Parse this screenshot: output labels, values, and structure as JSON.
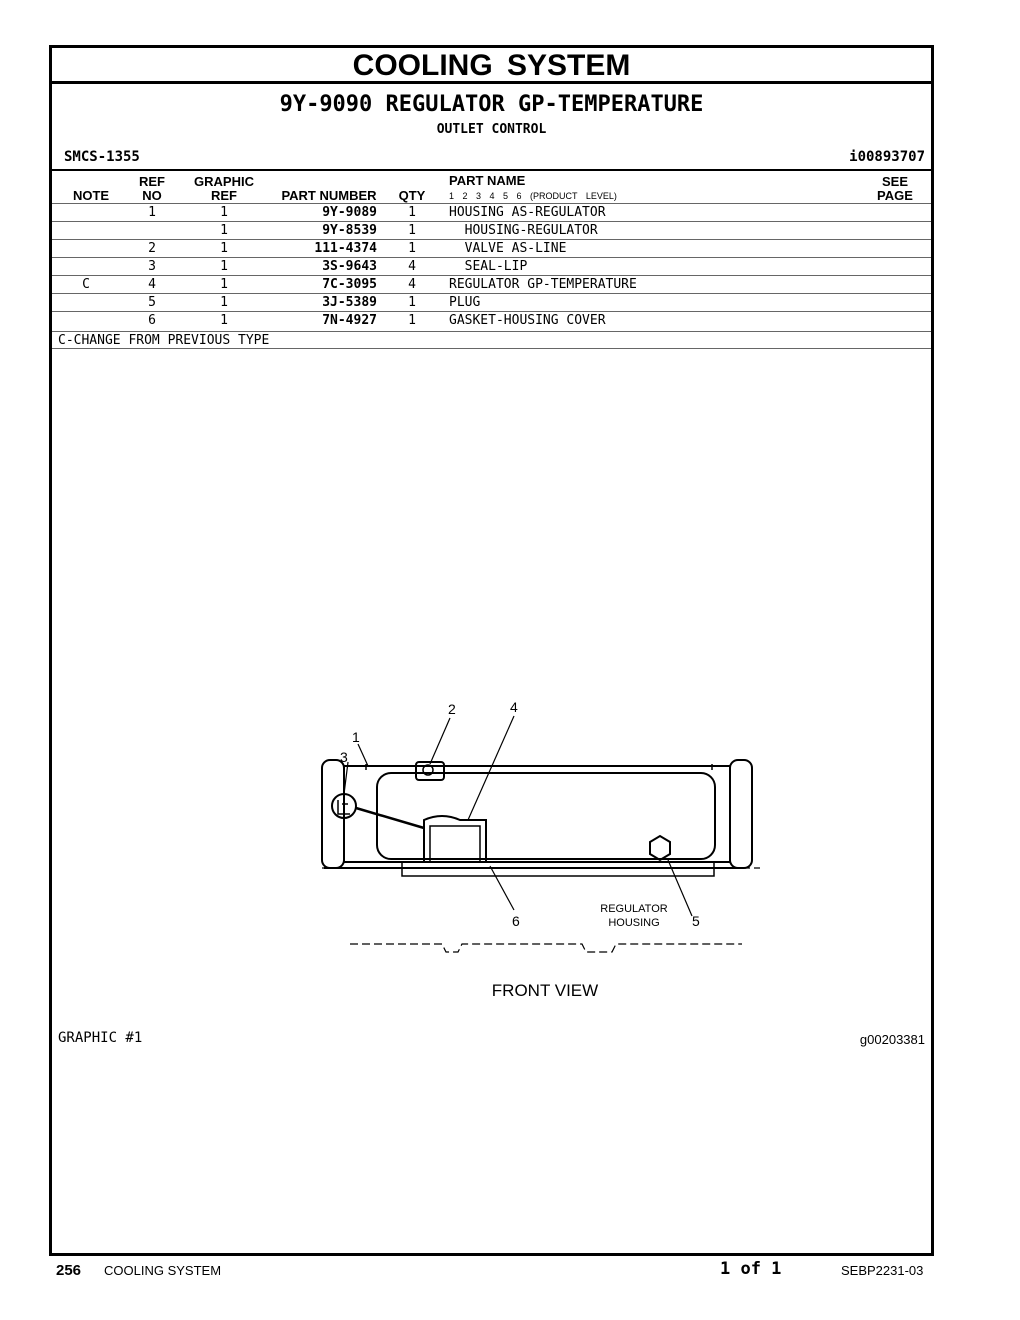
{
  "section_title": "COOLING SYSTEM",
  "group_title": "9Y-9090 REGULATOR GP-TEMPERATURE",
  "group_subtitle": "OUTLET CONTROL",
  "smcs": "SMCS-1355",
  "illustration_id": "i00893707",
  "columns": {
    "note": "NOTE",
    "ref_no_1": "REF",
    "ref_no_2": "NO",
    "graphic_ref_1": "GRAPHIC",
    "graphic_ref_2": "REF",
    "part_number": "PART NUMBER",
    "qty": "QTY",
    "part_name": "PART NAME",
    "product_level": "1 2 3 4 5 6 (PRODUCT LEVEL)",
    "see_page_1": "SEE",
    "see_page_2": "PAGE"
  },
  "parts": [
    {
      "note": "",
      "ref_no": "1",
      "graphic_ref": "1",
      "part_number": "9Y-9089",
      "qty": "1",
      "part_name": "HOUSING AS-REGULATOR"
    },
    {
      "note": "",
      "ref_no": "",
      "graphic_ref": "1",
      "part_number": "9Y-8539",
      "qty": "1",
      "part_name": "  HOUSING-REGULATOR"
    },
    {
      "note": "",
      "ref_no": "2",
      "graphic_ref": "1",
      "part_number": "111-4374",
      "qty": "1",
      "part_name": "  VALVE AS-LINE"
    },
    {
      "note": "",
      "ref_no": "3",
      "graphic_ref": "1",
      "part_number": "3S-9643",
      "qty": "4",
      "part_name": "  SEAL-LIP"
    },
    {
      "note": "C",
      "ref_no": "4",
      "graphic_ref": "1",
      "part_number": "7C-3095",
      "qty": "4",
      "part_name": "REGULATOR GP-TEMPERATURE"
    },
    {
      "note": "",
      "ref_no": "5",
      "graphic_ref": "1",
      "part_number": "3J-5389",
      "qty": "1",
      "part_name": "PLUG"
    },
    {
      "note": "",
      "ref_no": "6",
      "graphic_ref": "1",
      "part_number": "7N-4927",
      "qty": "1",
      "part_name": "GASKET-HOUSING COVER"
    }
  ],
  "footnote": "C-CHANGE FROM PREVIOUS TYPE",
  "drawing": {
    "callouts": [
      "1",
      "2",
      "3",
      "4",
      "5",
      "6"
    ],
    "housing_label_1": "REGULATOR",
    "housing_label_2": "HOUSING",
    "view_label": "FRONT VIEW"
  },
  "graphic_label": "GRAPHIC #1",
  "graphic_id": "g00203381",
  "footer": {
    "page_number": "256",
    "section": "COOLING SYSTEM",
    "page_of": "1 of 1",
    "doc_number": "SEBP2231-03"
  }
}
